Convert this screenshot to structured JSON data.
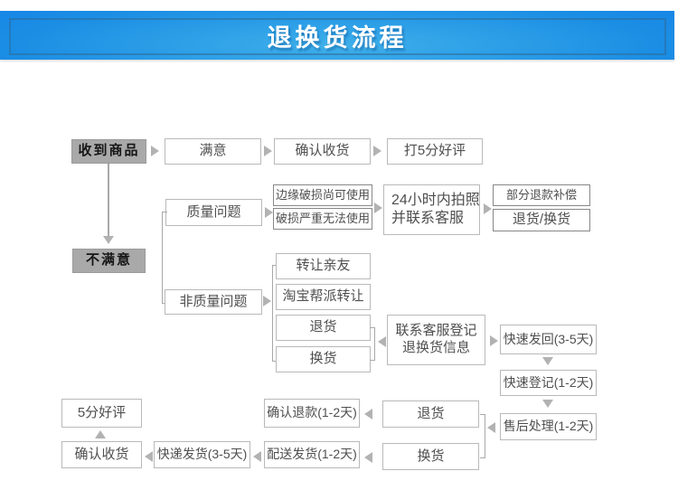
{
  "header": {
    "title": "退换货流程"
  },
  "flow": {
    "received": "收到商品",
    "satisfied": "满意",
    "confirm_receipt_top": "确认收货",
    "five_star_top": "打5分好评",
    "quality_issue": "质量问题",
    "edge_damage": "边缘破损尚可使用",
    "severe_damage": "破损严重无法使用",
    "photo24_line1": "24小时内拍照",
    "photo24_line2": "并联系客服",
    "partial_refund": "部分退款补偿",
    "return_exchange": "退货/换货",
    "unsatisfied": "不满意",
    "non_quality": "非质量问题",
    "transfer_friends": "转让亲友",
    "taobao_transfer": "淘宝帮派转让",
    "return_mid": "退货",
    "exchange_mid": "换货",
    "contact_line1": "联系客服登记",
    "contact_line2": "退换货信息",
    "fast_return": "快速发回(3-5天)",
    "fast_register": "快速登记(1-2天)",
    "after_sale": "售后处理(1-2天)",
    "return_bottom": "退货",
    "exchange_bottom": "换货",
    "confirm_refund": "确认退款(1-2天)",
    "dispatch": "配送发货(1-2天)",
    "express": "快递发货(3-5天)",
    "confirm_receipt_bottom": "确认收货",
    "five_star_bottom": "5分好评"
  },
  "colors": {
    "banner_edge": "#0b74ee",
    "banner_mid": "#3fb0ea",
    "banner_border": "#2f6a96",
    "box_border": "#b9b9b9",
    "box_border_dark": "#878787",
    "box_text": "#4f4f4f",
    "gray_box_bg": "#a9a9a9",
    "arrow": "#b2b2b2",
    "line": "#a8a8a8"
  }
}
